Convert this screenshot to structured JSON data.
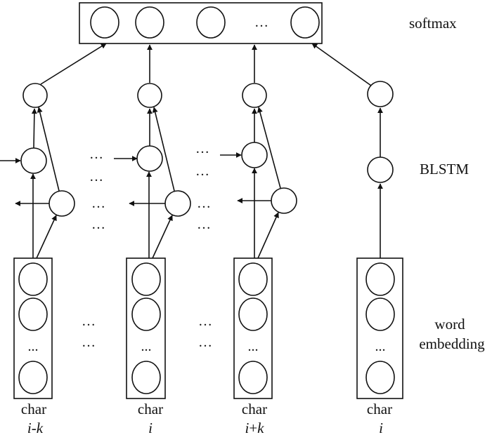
{
  "labels": {
    "softmax": "softmax",
    "blstm": "BLSTM",
    "word": "word",
    "embedding": "embedding",
    "ellipsis": "…",
    "embed_dots": "..."
  },
  "columns": [
    {
      "word": "char",
      "index_parts": [
        "i",
        "-",
        "k"
      ]
    },
    {
      "word": "char",
      "index_parts": [
        "i",
        "",
        ""
      ]
    },
    {
      "word": "char",
      "index_parts": [
        "i",
        "+",
        "k"
      ]
    },
    {
      "word": "char",
      "index_parts": [
        "i",
        "",
        ""
      ]
    }
  ]
}
